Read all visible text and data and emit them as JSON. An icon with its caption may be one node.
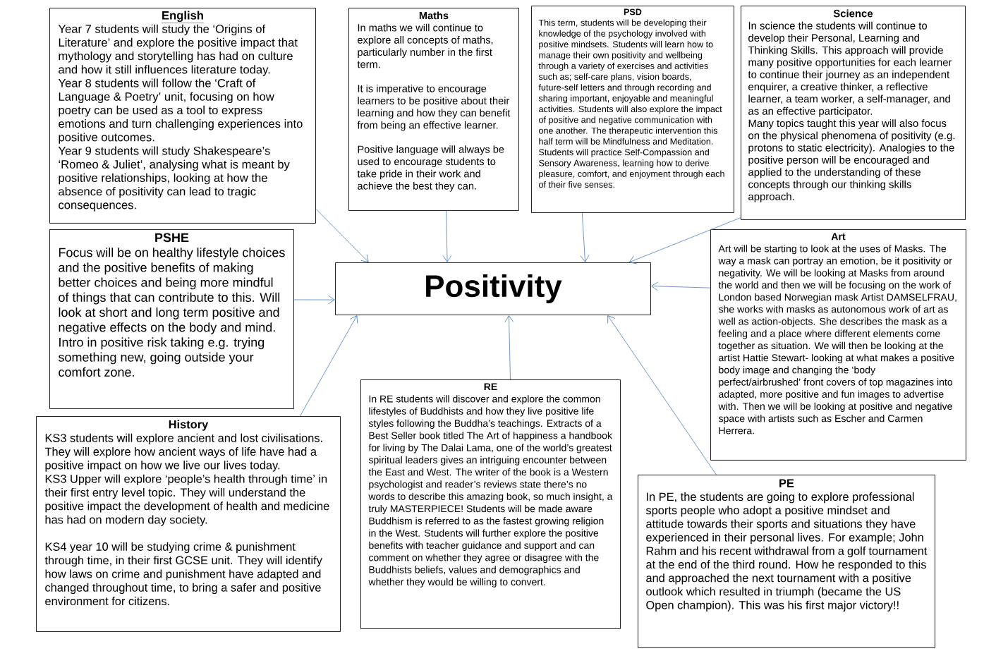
{
  "diagram": {
    "nodes": [
      {
        "text": [
          "Positivity"
        ]
      },
      {
        "text": [
          "English",
          "Year 7 students will study the ‘Origins of Literature’ and explore the positive impact that mythology and storytelling has had on culture and how it still influences literature today.",
          "Year 8 students will follow the ‘Craft of Language & Poetry’ unit, focusing on how poetry can be used as a tool to express emotions and turn challenging experiences into positive outcomes.",
          "Year 9 students will study Shakespeare’s ‘Romeo & Juliet’, analysing what is meant by positive relationships, looking at how the absence of positivity can lead to tragic consequences."
        ]
      },
      {
        "text": [
          "Maths",
          "In maths we will continue to explore all concepts of maths, particularly number in the first term.",
          "It is imperative to encourage learners to be positive about their learning and how they can benefit from being an effective learner.",
          "Positive language will always be used to encourage students to take pride in their work and achieve the best they can."
        ]
      },
      {
        "text": [
          "PSD",
          "This term, students will be developing their knowledge of the psychology involved with positive mindsets. Students will learn how to manage their own positivity and wellbeing through a variety of exercises and activities such as; self-care plans, vision boards, future-self letters and through recording and sharing important, enjoyable and meaningful activities. Students will also explore the impact of positive and negative communication with one another. The therapeutic intervention this half term will be Mindfulness and Meditation. Students will practice Self-Compassion and Sensory Awareness, learning how to derive pleasure, comfort, and enjoyment through each of their five senses."
        ]
      },
      {
        "text": [
          "Science",
          "In science the students will continue to develop their Personal, Learning and Thinking Skills. This approach will provide many positive opportunities for each learner to continue their journey as an independent enquirer, a creative thinker, a reflective learner, a team worker, a self-manager, and as an effective participator.",
          "Many topics taught this year will also focus on the physical phenomena of positivity (e.g. protons to static electricity). Analogies to the positive person will be encouraged and applied to the understanding of these concepts through our thinking skills approach."
        ]
      },
      {
        "text": [
          "PSHE",
          "Focus will be on healthy lifestyle choices and the positive benefits of making better choices and being more mindful of things that can contribute to this. Will look at short and long term positive and negative effects on the body and mind. Intro in positive risk taking e.g. trying something new, going outside your comfort zone."
        ]
      },
      {
        "text": [
          "Art",
          "Art will be starting to look at the uses of Masks. The way a mask can portray an emotion, be it positivity or negativity. We will be looking at Masks from around the world and then we will be focusing on the work of London based Norwegian mask Artist DAMSELFRAU, she works with masks as autonomous work of art as well as action-objects. She describes the mask as a feeling and a place where different elements come together as situation. We will then be looking at the artist Hattie Stewart- looking at what makes a positive body image and changing the ‘body perfect/airbrushed’ front covers of top magazines into adapted, more positive and fun images to advertise with. Then we will be looking at positive and negative space with artists such as Escher and Carmen Herrera."
        ]
      },
      {
        "text": [
          "History",
          "KS3 students will explore ancient and lost civilisations. They will explore how ancient ways of life have had a positive impact on how we live our lives today.",
          "KS3 Upper will explore ‘people’s health through time’ in their first entry level topic. They will understand the positive impact the development of health and medicine has had on modern day society.",
          "KS4 year 10 will be studying crime & punishment through time, in their first GCSE unit. They will identify how laws on crime and punishment have adapted and changed throughout time, to bring a safer and positive environment for citizens."
        ]
      },
      {
        "text": [
          "RE",
          "In RE students will discover and explore the common lifestyles of Buddhists and how they live positive life styles following the Buddha’s teachings. Extracts of a Best Seller book titled The Art of happiness a handbook for living by The Dalai Lama, one of the world’s greatest spiritual leaders gives an intriguing encounter between the East and West. The writer of the book is a Western psychologist and reader’s reviews state there’s no words to describe this amazing book, so much insight, a truly MASTERPIECE! Students will be made aware Buddhism is referred to as the fastest growing religion in the West. Students will further explore the positive benefits with teacher guidance and support and can comment on whether they agree or disagree with the Buddhists beliefs, values and demographics and whether they would be willing to convert."
        ]
      },
      {
        "text": [
          "PE",
          "In PE, the students are going to explore professional sports people who adopt a positive mindset and attitude towards their sports and situations they have experienced in their personal lives. For example; John Rahm and his recent withdrawal from a golf tournament at the end of the third round. How he responded to this and approached the next tournament with a positive outlook which resulted in triumph (became the US Open champion). This was his first major victory!!"
        ]
      }
    ],
    "edges": [
      {
        "from": 1,
        "to": 0,
        "arrow": "to"
      },
      {
        "from": 2,
        "to": 0,
        "arrow": "to"
      },
      {
        "from": 3,
        "to": 0,
        "arrow": "to"
      },
      {
        "from": 4,
        "to": 0,
        "arrow": "to"
      },
      {
        "from": 5,
        "to": 0,
        "arrow": "to"
      },
      {
        "from": 6,
        "to": 0,
        "arrow": "to"
      },
      {
        "from": 7,
        "to": 0,
        "arrow": "to"
      },
      {
        "from": 8,
        "to": 0,
        "arrow": "to"
      },
      {
        "from": 9,
        "to": 0,
        "arrow": "to"
      }
    ]
  }
}
